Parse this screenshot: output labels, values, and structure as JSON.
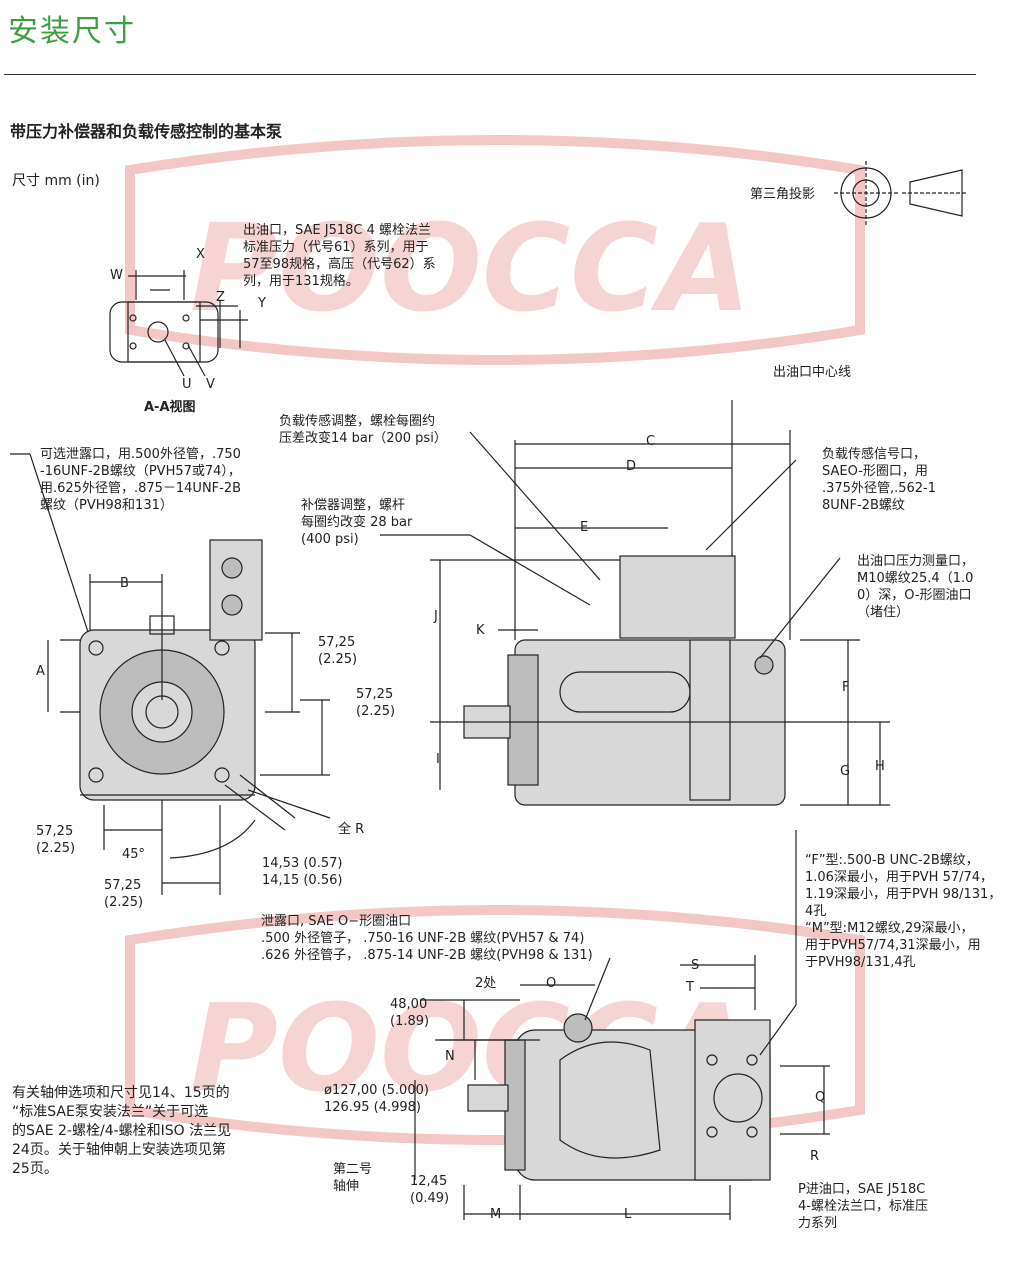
{
  "header": {
    "title": "安装尺寸",
    "subtitle": "带压力补偿器和负载传感控制的基本泵",
    "units": "尺寸 mm (in)",
    "projection_label": "第三角投影"
  },
  "view_aa": {
    "caption": "A-A视图",
    "outlet_note": "出油口，SAE J518C 4 螺栓法兰\n标准压力（代号61）系列，用于\n57至98规格，高压（代号62）系\n列，用于131规格。",
    "dims": {
      "W": "W",
      "X": "X",
      "Z": "Z",
      "Y": "Y",
      "U": "U",
      "V": "V"
    }
  },
  "front_view": {
    "drain_note": "可选泄露口，用.500外径管，.750\n-16UNF-2B螺纹（PVH57或74），\n用.625外径管，.875－14UNF-2B\n螺纹（PVH98和131）",
    "dim_B": "B",
    "dim_A": "A",
    "dim_57a": "57,25\n(2.25)",
    "dim_57b": "57,25\n(2.25)",
    "dim_57c": "57,25\n(2.25)",
    "dim_57d": "57,25\n(2.25)",
    "angle": "45°",
    "full_r": "全 R",
    "hole_dims": "14,53 (0.57)\n14,15 (0.56)"
  },
  "side_view": {
    "outlet_centerline": "出油口中心线",
    "load_sense_adj": "负载传感调整，螺栓每圈约\n压差改变14 bar（200 psi）",
    "comp_adj": "补偿器调整，螺杆\n每圈约改变 28 bar\n(400 psi)",
    "load_sense_port": "负载传感信号口，\nSAEO-形圈口，用\n.375外径管,.562-1\n8UNF-2B螺纹",
    "pressure_gauge": "出油口压力测量口，\nM10螺纹25.4（1.0\n0）深，O-形圈油口\n（堵住）",
    "dims": {
      "C": "C",
      "D": "D",
      "E": "E",
      "J": "J",
      "K": "K",
      "I": "I",
      "F": "F",
      "G": "G",
      "H": "H"
    }
  },
  "bottom_view": {
    "drain_port": "泄露口, SAE O−形圈油口\n.500 外径管子， .750-16 UNF-2B 螺纹(PVH57 & 74)\n.626 外径管子， .875-14 UNF-2B 螺纹(PVH98 & 131)",
    "two_places": "2处",
    "thread_note": "“F”型:.500-B UNC-2B螺纹，\n1.06深最小，用于PVH 57/74，\n1.19深最小，用于PVH 98/131，\n4孔\n“M”型:M12螺纹,29深最小，\n用于PVH57/74,31深最小，用\n于PVH98/131,4孔",
    "dim_48": "48,00\n(1.89)",
    "dim_dia": "ø127,00 (5.000)\n  126.95 (4.998)",
    "second_shaft": "第二号\n轴伸",
    "dim_12": "12,45\n(0.49)",
    "inlet_note": "P进油口，SAE J518C\n4-螺栓法兰口，标准压\n力系列",
    "dims": {
      "O": "O",
      "N": "N",
      "S": "S",
      "T": "T",
      "Q": "Q",
      "R": "R",
      "M": "M",
      "L": "L"
    }
  },
  "shaft_note": "有关轴伸选项和尺寸见14、15页的\n“标准SAE泵安装法兰”关于可选\n的SAE 2-螺栓/4-螺栓和ISO 法兰见\n24页。关于轴伸朝上安装选项见第\n25页。",
  "colors": {
    "title": "#3aa040",
    "watermark": "#f4c7c7"
  }
}
